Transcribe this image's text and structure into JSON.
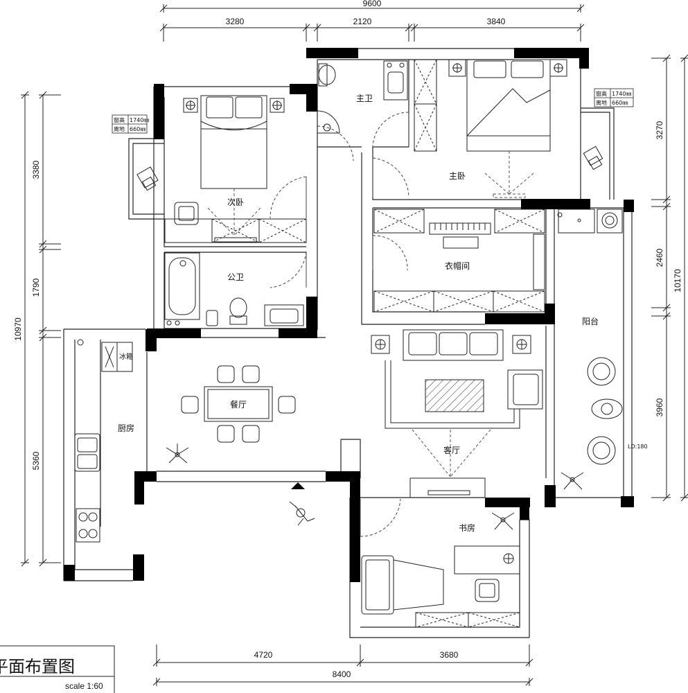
{
  "plan": {
    "title": "平面布置图",
    "scale": "scale 1:60",
    "rooms": {
      "master_bath": "主卫",
      "master_bedroom": "主卧",
      "second_bedroom": "次卧",
      "public_bath": "公卫",
      "cloakroom": "衣帽间",
      "kitchen": "厨房",
      "fridge": "冰箱",
      "dining": "餐厅",
      "living": "客厅",
      "balcony": "阳台",
      "study": "书房"
    },
    "notes": {
      "window_height_label_1": "窗高",
      "window_height_value_1": "1740㎜",
      "sill_height_label_1": "离地",
      "sill_height_value_1": "660㎜",
      "window_height_label_2": "窗高",
      "window_height_value_2": "1740㎜",
      "sill_height_label_2": "离地",
      "sill_height_value_2": "660㎜",
      "balcony_door": "LD:180"
    },
    "dimensions": {
      "top_total": "9600",
      "top_1": "3280",
      "top_2": "2120",
      "top_3": "3840",
      "left_total": "10970",
      "left_1": "3380",
      "left_2": "1790",
      "left_3": "5360",
      "right_total": "10170",
      "right_1": "3270",
      "right_2": "2460",
      "right_3": "3960",
      "bottom_total": "8400",
      "bottom_1": "4720",
      "bottom_2": "3680"
    }
  }
}
